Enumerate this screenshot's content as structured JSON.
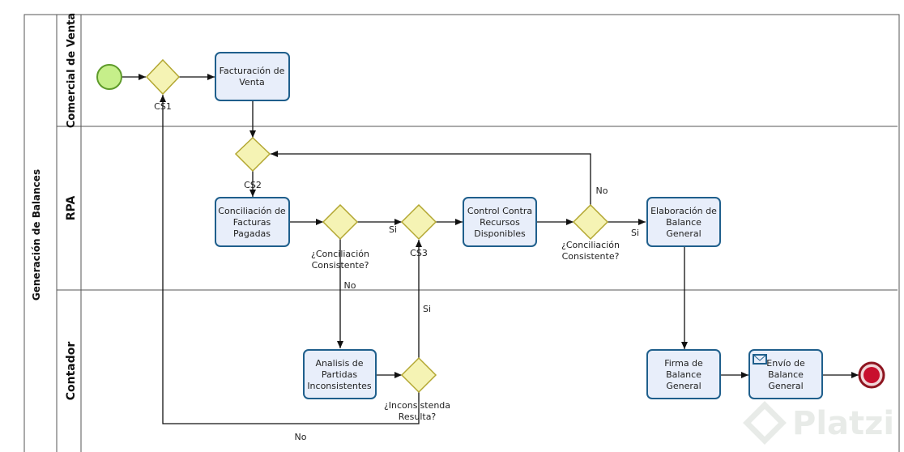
{
  "pool": {
    "title": "Generación de Balances"
  },
  "lanes": [
    {
      "id": "comercial",
      "title": "Comercial de Venta"
    },
    {
      "id": "rpa",
      "title": "RPA"
    },
    {
      "id": "contador",
      "title": "Contador"
    }
  ],
  "tasks": {
    "facturacion": [
      "Facturación de",
      "Venta"
    ],
    "conciliacion": [
      "Conciliación de",
      "Facturas",
      "Pagadas"
    ],
    "control": [
      "Control Contra",
      "Recursos",
      "Disponibles"
    ],
    "elaboracion": [
      "Elaboración de",
      "Balance",
      "General"
    ],
    "analisis": [
      "Analisis de",
      "Partidas",
      "Inconsistentes"
    ],
    "firma": [
      "Firma de",
      "Balance",
      "General"
    ],
    "envio": [
      "Envío de",
      "Balance",
      "General"
    ]
  },
  "gateways": {
    "cs1": "CS1",
    "cs2": "CS2",
    "cs3": "CS3",
    "g1": [
      "¿Conciliación",
      "Consistente?"
    ],
    "g2": [
      "¿Conciliación",
      "Consistente?"
    ],
    "g3": [
      "¿Inconsistenda",
      "Resulta?"
    ]
  },
  "flow_labels": {
    "g1_yes": "Si",
    "g1_no": "No",
    "g2_yes": "Si",
    "g2_no": "No",
    "g3_yes": "Si",
    "g3_no": "No"
  },
  "watermark": "Platzi",
  "colors": {
    "task_fill": "#e8eefa",
    "task_stroke": "#1f5f8c",
    "gateway_fill": "#f5f3b4",
    "gateway_stroke": "#b3a732",
    "start_fill": "#c6ef8a",
    "end_fill": "#c8102e"
  }
}
